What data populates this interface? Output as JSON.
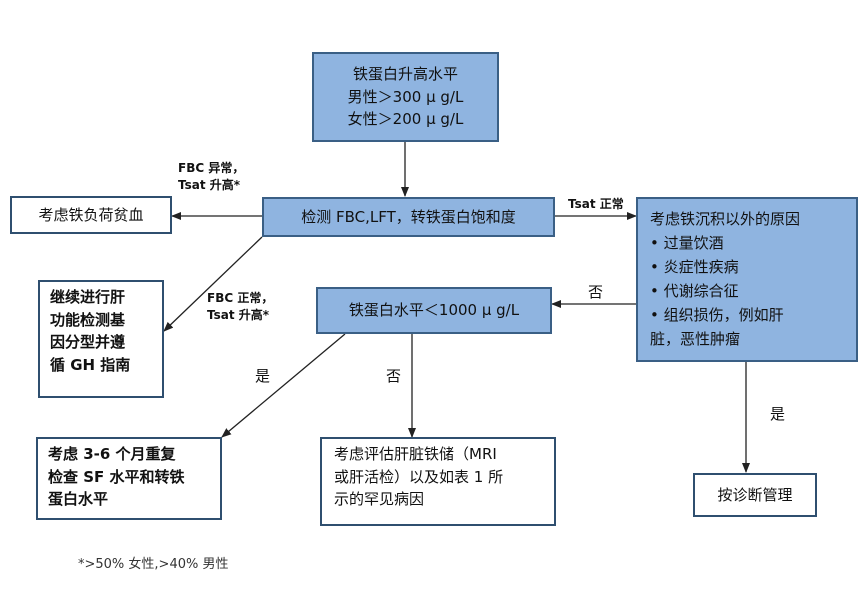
{
  "boxes": {
    "top": {
      "lines": [
        "铁蛋白升高水平",
        "男性＞300 μ g/L",
        "女性＞200 μ g/L"
      ]
    },
    "test": {
      "text": "检测 FBC,LFT，转铁蛋白饱和度"
    },
    "anemia": {
      "text": "考虑铁负荷贫血"
    },
    "continue_liver": {
      "lines": [
        "继续进行肝",
        "功能检测基",
        "因分型并遵",
        "循 GH 指南"
      ]
    },
    "ferritin_level": {
      "text": "铁蛋白水平＜1000 μ g/L"
    },
    "other_causes": {
      "title": "考虑铁沉积以外的原因",
      "bullets": [
        "过量饮酒",
        "炎症性疾病",
        "代谢综合征",
        "组织损伤，例如肝"
      ],
      "last_line": "脏，恶性肿瘤"
    },
    "recheck": {
      "lines": [
        "考虑 3-6 个月重复",
        "检查 SF 水平和转铁",
        "蛋白水平"
      ]
    },
    "evaluate": {
      "lines": [
        "考虑评估肝脏铁储（MRI",
        "或肝活检）以及如表 1 所",
        "示的罕见病因"
      ]
    },
    "manage": {
      "text": "按诊断管理"
    }
  },
  "labels": {
    "fbc_abnormal": [
      "FBC 异常，",
      "Tsat 升高*"
    ],
    "fbc_normal": [
      "FBC 正常，",
      "Tsat 升高*"
    ],
    "tsat_normal": "Tsat 正常",
    "no_right": "否",
    "yes_left": "是",
    "no_mid": "否",
    "yes_right": "是"
  },
  "footnote": "*>50%  女性,>40%  男性",
  "colors": {
    "box_fill": "#8fb4e0",
    "border": "#2f4f6f",
    "arrow": "#222222"
  }
}
